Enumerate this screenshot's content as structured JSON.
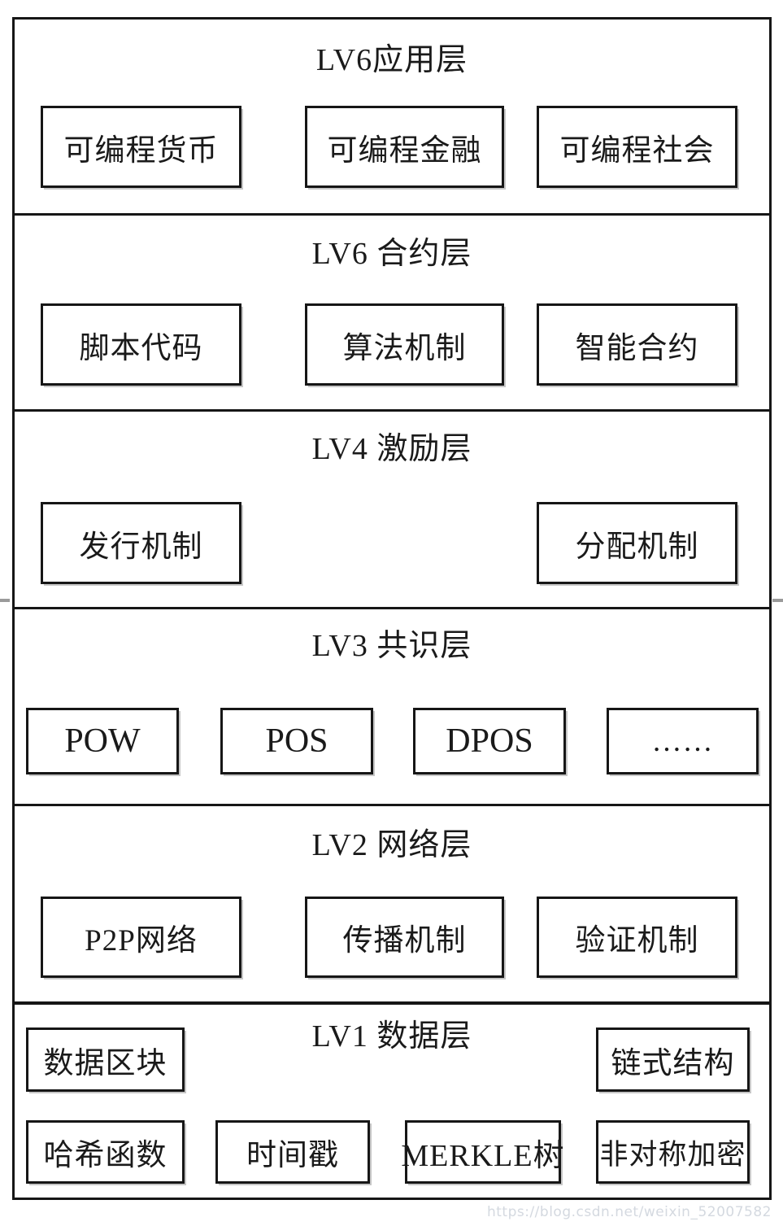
{
  "colors": {
    "line": "#161616",
    "text": "#1a1a1a",
    "background": "#ffffff",
    "watermark": "#d4d9e0"
  },
  "watermark": {
    "text": "https://blog.csdn.net/weixin_52007582"
  },
  "layers": [
    {
      "title": "LV6应用层",
      "boxes": [
        "可编程货币",
        "可编程金融",
        "可编程社会"
      ]
    },
    {
      "title": "LV6 合约层",
      "boxes": [
        "脚本代码",
        "算法机制",
        "智能合约"
      ]
    },
    {
      "title": "LV4 激励层",
      "boxes": [
        "发行机制",
        "分配机制"
      ]
    },
    {
      "title": "LV3 共识层",
      "boxes": [
        "POW",
        "POS",
        "DPOS",
        "……"
      ]
    },
    {
      "title": "LV2 网络层",
      "boxes": [
        "P2P网络",
        "传播机制",
        "验证机制"
      ]
    },
    {
      "title": "LV1 数据层",
      "boxes": [
        "数据区块",
        "链式结构",
        "哈希函数",
        "时间戳",
        "MERKLE树",
        "非对称加密"
      ]
    }
  ]
}
